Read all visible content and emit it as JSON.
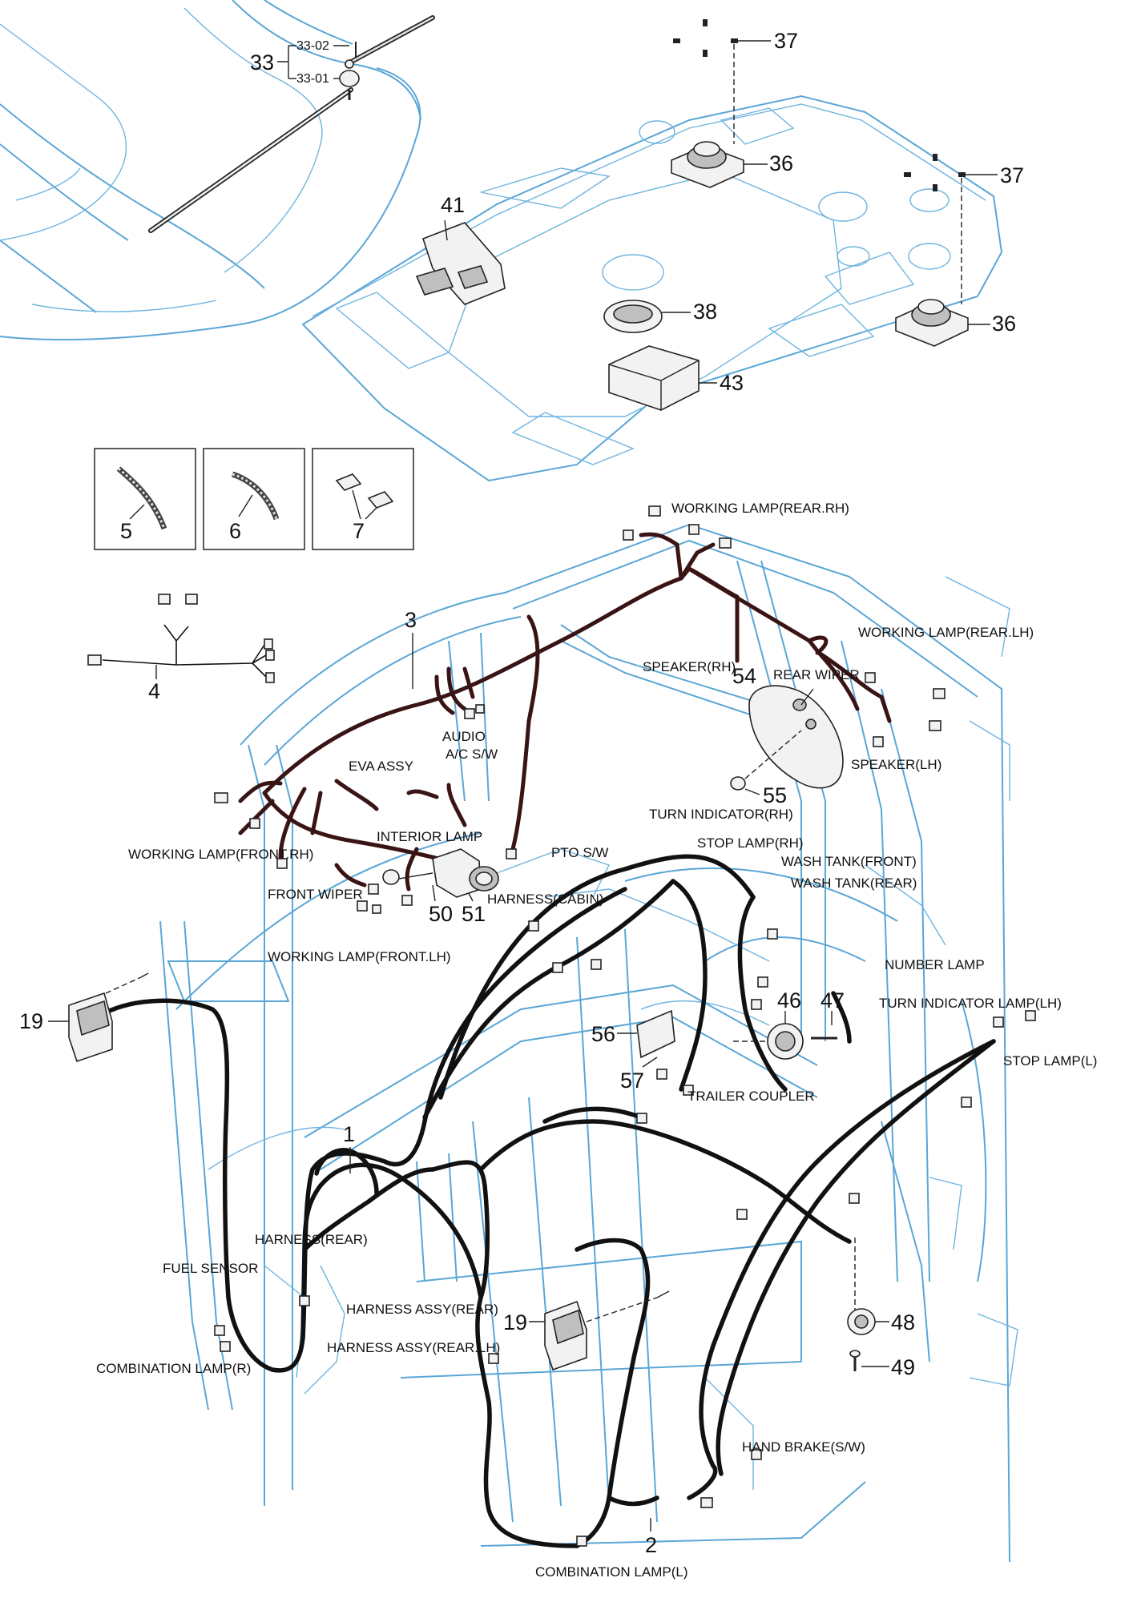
{
  "colors": {
    "frame": "#5aa6d6",
    "harness": "#111111",
    "overhead_harness": "#3a1414",
    "text": "#111111"
  },
  "callouts": {
    "n1": "1",
    "n2": "2",
    "n3": "3",
    "n4": "4",
    "n5": "5",
    "n6": "6",
    "n7": "7",
    "n19a": "19",
    "n19b": "19",
    "n33": "33",
    "n33_01": "33-01",
    "n33_02": "33-02",
    "n36a": "36",
    "n36b": "36",
    "n37a": "37",
    "n37b": "37",
    "n38": "38",
    "n41": "41",
    "n43": "43",
    "n46": "46",
    "n47": "47",
    "n48": "48",
    "n49": "49",
    "n50": "50",
    "n51": "51",
    "n54": "54",
    "n55": "55",
    "n56": "56",
    "n57": "57"
  },
  "labels": {
    "working_lamp_rear_rh": "WORKING LAMP(REAR.RH)",
    "working_lamp_rear_lh": "WORKING LAMP(REAR.LH)",
    "speaker_rh": "SPEAKER(RH)",
    "rear_wiper": "REAR WIPER",
    "speaker_lh": "SPEAKER(LH)",
    "audio": "AUDIO",
    "ac_sw": "A/C S/W",
    "eva_assy": "EVA ASSY",
    "interior_lamp": "INTERIOR LAMP",
    "working_lamp_front_rh": "WORKING LAMP(FRONT.RH)",
    "front_wiper": "FRONT WIPER",
    "working_lamp_front_lh": "WORKING LAMP(FRONT.LH)",
    "turn_indicator_rh": "TURN INDICATOR(RH)",
    "stop_lamp_rh": "STOP LAMP(RH)",
    "pto_sw": "PTO S/W",
    "wash_tank_front": "WASH TANK(FRONT)",
    "wash_tank_rear": "WASH TANK(REAR)",
    "harness_cabin": "HARNESS(CABIN)",
    "number_lamp": "NUMBER LAMP",
    "turn_indicator_lamp_lh": "TURN INDICATOR LAMP(LH)",
    "stop_lamp_l": "STOP LAMP(L)",
    "trailer_coupler": "TRAILER COUPLER",
    "harness_rear": "HARNESS(REAR)",
    "fuel_sensor": "FUEL SENSOR",
    "harness_assy_rear": "HARNESS ASSY(REAR)",
    "harness_assy_rear_lh": "HARNESS ASSY(REAR.LH)",
    "combination_lamp_r": "COMBINATION LAMP(R)",
    "hand_brake_sw": "HAND BRAKE(S/W)",
    "combination_lamp_l": "COMBINATION LAMP(L)"
  }
}
